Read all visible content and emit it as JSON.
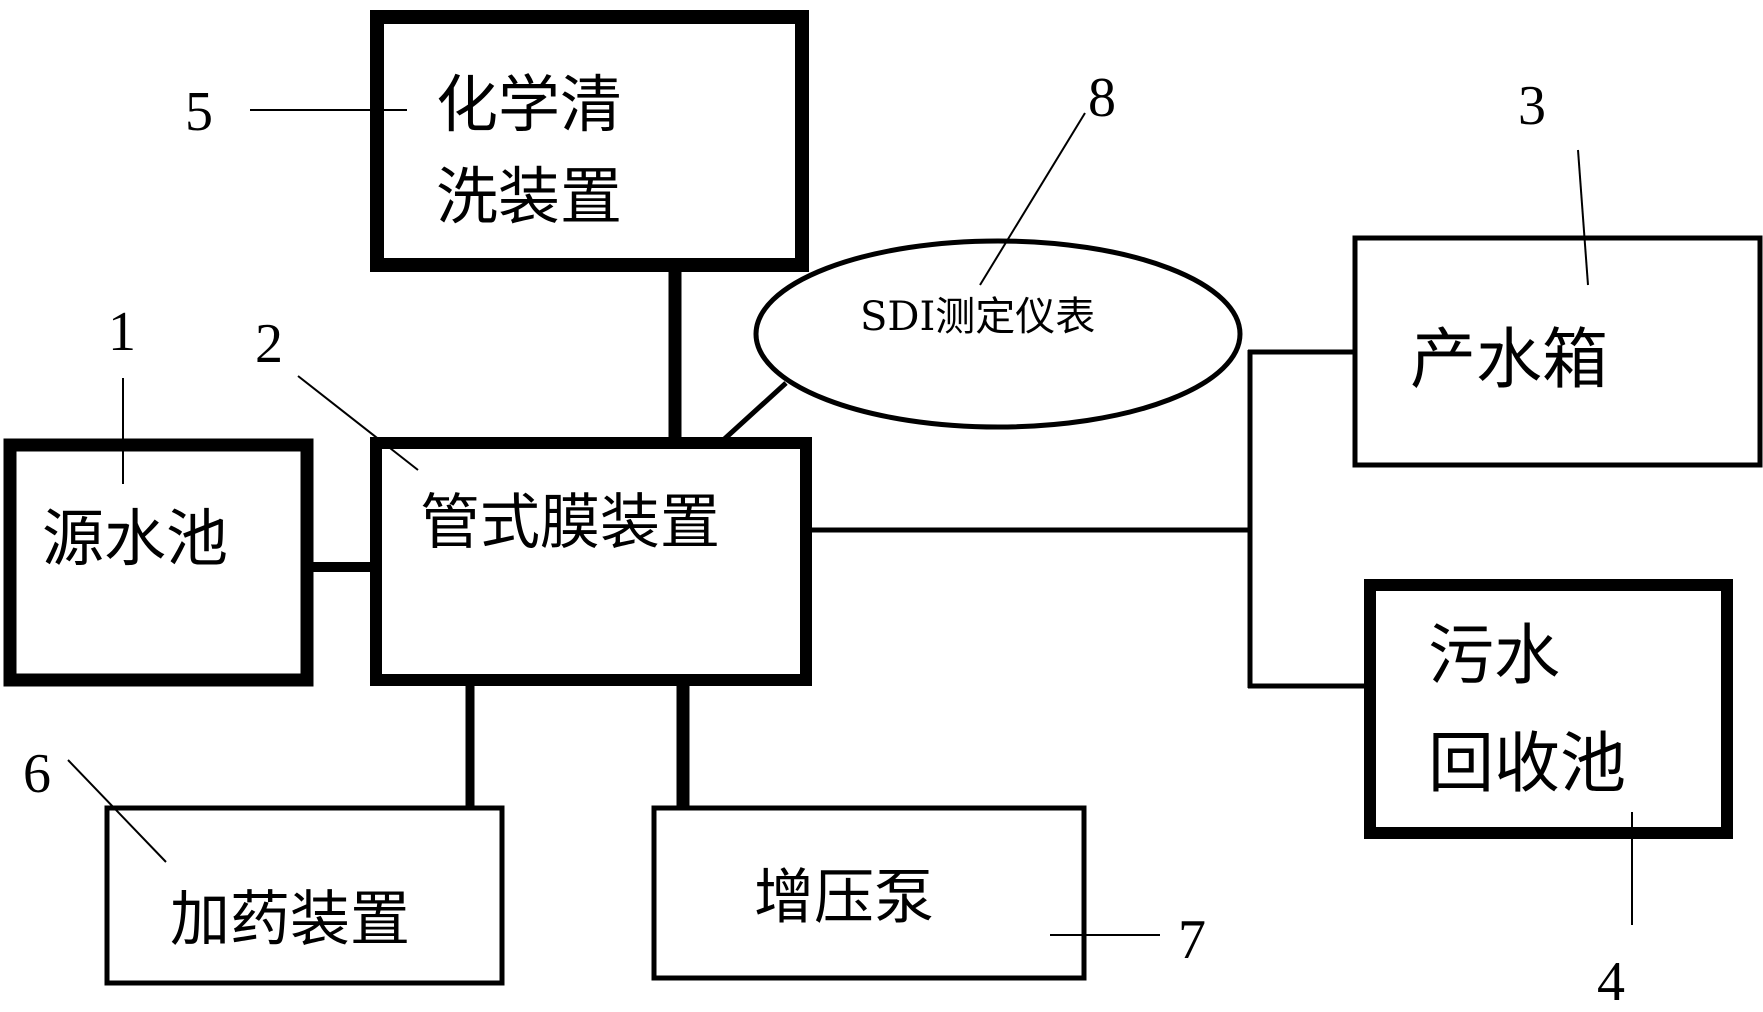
{
  "diagram": {
    "nodes": {
      "source_pool": {
        "lines": [
          "源水池"
        ]
      },
      "membrane_device": {
        "lines": [
          "管式膜装置"
        ]
      },
      "chemical_cleaning": {
        "lines": [
          "化学清",
          "洗装置"
        ]
      },
      "product_tank": {
        "lines": [
          "产水箱"
        ]
      },
      "sewage_pool": {
        "lines": [
          "污水",
          "回收池"
        ]
      },
      "dosing_device": {
        "lines": [
          "加药装置"
        ]
      },
      "booster_pump": {
        "lines": [
          "增压泵"
        ]
      },
      "sdi_meter": {
        "lines": [
          "SDI测定仪表"
        ]
      }
    },
    "callouts": {
      "source_pool": "1",
      "membrane_device": "2",
      "product_tank": "3",
      "sewage_pool": "4",
      "chemical_cleaning": "5",
      "dosing_device": "6",
      "booster_pump": "7",
      "sdi_meter": "8"
    },
    "colors": {
      "line": "#000000",
      "background": "#ffffff"
    }
  }
}
